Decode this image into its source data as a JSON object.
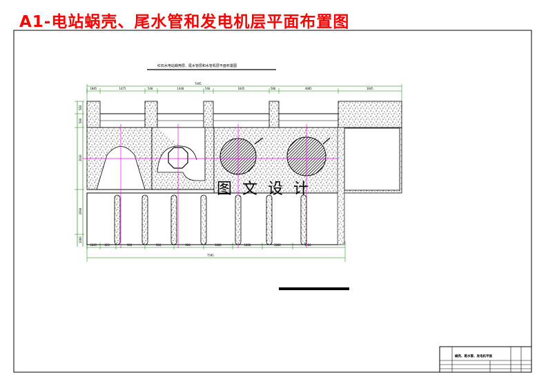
{
  "page": {
    "title": "A1-电站蜗壳、尾水管和发电机层平面布置图",
    "title_color": "#ff0000"
  },
  "drawing": {
    "subtitle": "红石水电站蜗壳层、尾水管层和水管机层平面布置图",
    "watermark": "图 文 设 计",
    "top_dims": [
      "1085",
      "1475",
      "540",
      "1440",
      "540",
      "1645",
      "586",
      "4085",
      "1845"
    ],
    "top_total": "7495",
    "bottom_dims": [
      "1085",
      "820",
      "900",
      "900",
      "900",
      "1000",
      "1080",
      "1000",
      "1200"
    ],
    "bottom_total": "7595",
    "left_dims": [
      "580",
      "580",
      "2630",
      "2990",
      "1080"
    ],
    "title_block_text": "蜗壳、尾水管、发电机平面",
    "colors": {
      "axis": "#ff00ff",
      "dim": "#008000",
      "line": "#000000"
    }
  }
}
